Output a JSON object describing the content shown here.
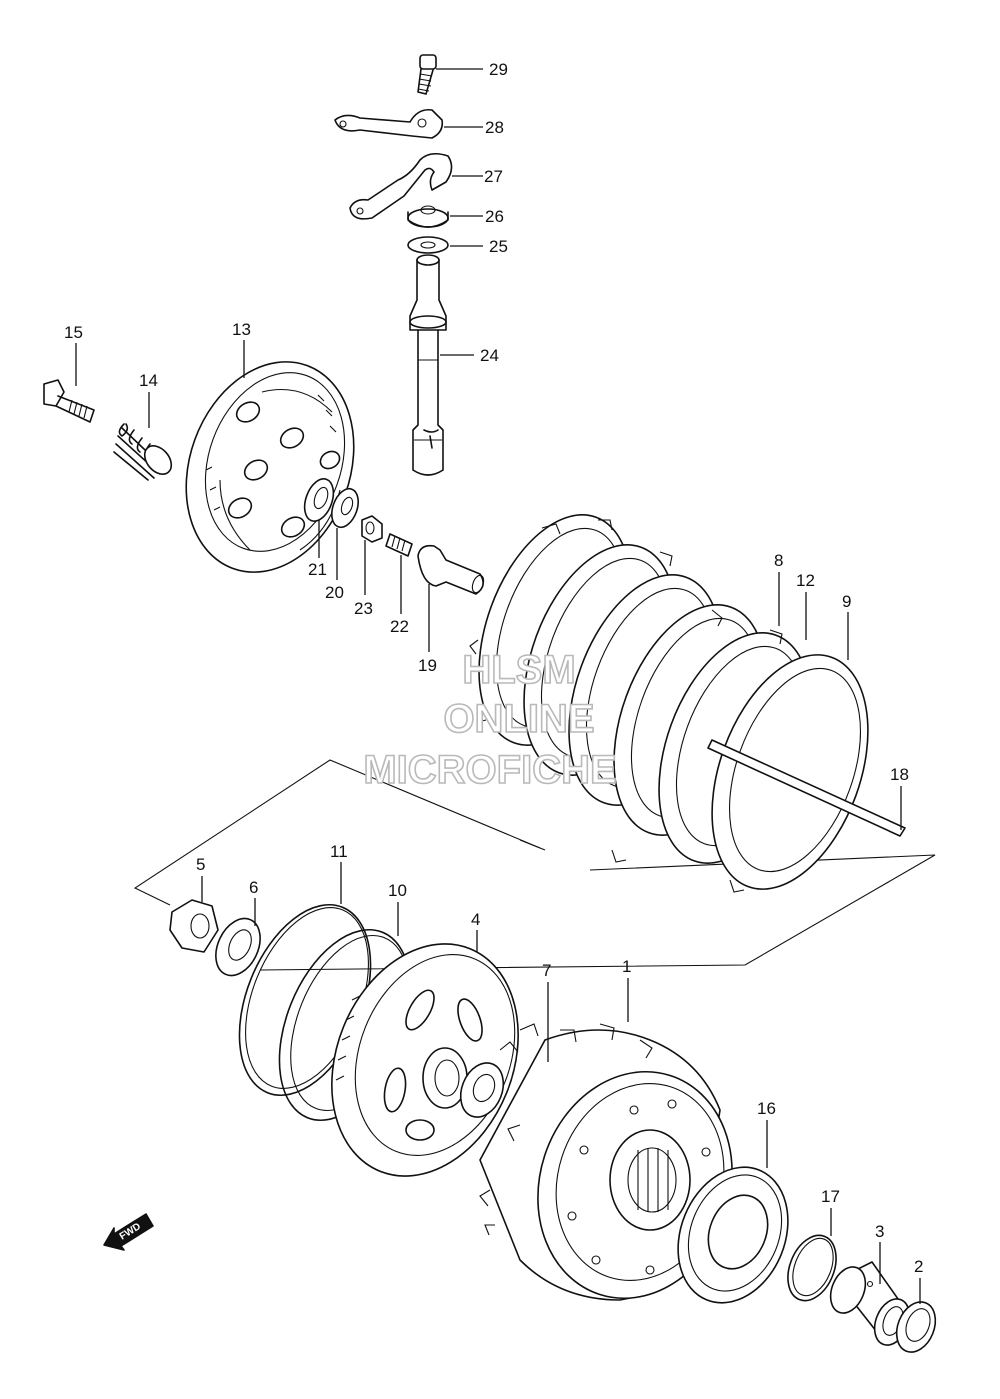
{
  "diagram": {
    "callouts": [
      "1",
      "2",
      "3",
      "4",
      "5",
      "6",
      "7",
      "8",
      "9",
      "10",
      "11",
      "12",
      "13",
      "14",
      "15",
      "16",
      "17",
      "18",
      "19",
      "20",
      "21",
      "22",
      "23",
      "24",
      "25",
      "26",
      "27",
      "28",
      "29"
    ],
    "watermark": [
      "HLSM",
      "ONLINE",
      "MICROFICHE"
    ],
    "fwd_label": "FWD"
  }
}
